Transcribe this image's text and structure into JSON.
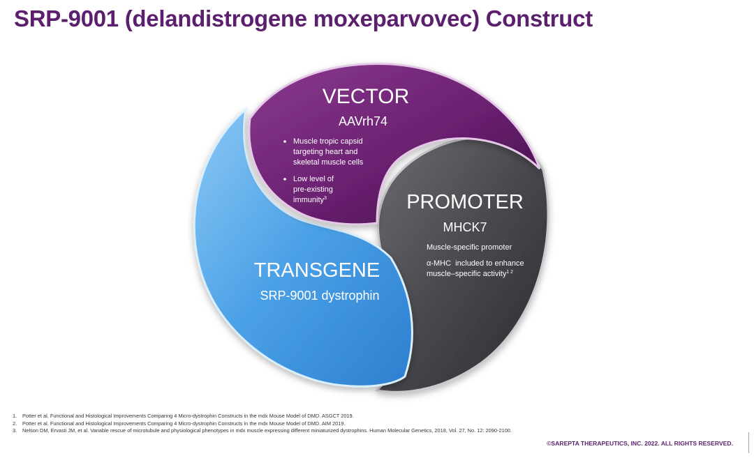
{
  "title": "SRP-9001 (delandistrogene moxeparvovec) Construct",
  "vector": {
    "heading": "VECTOR",
    "sub": "AAVrh74",
    "bullet1_lines": [
      "Muscle tropic capsid",
      "targeting heart and",
      "skeletal muscle cells"
    ],
    "bullet2_lines": [
      "Low level of",
      "pre-existing",
      "immunity"
    ],
    "bullet2_sup": "3",
    "color": "#6a2070"
  },
  "promoter": {
    "heading": "PROMOTER",
    "sub": "MHCK7",
    "line1": "Muscle-specific promoter",
    "line2": "α-MHC  included to enhance",
    "line3": "muscle–specific activity",
    "line3_sup": "1 2",
    "color": "#48484d"
  },
  "transgene": {
    "heading": "TRANSGENE",
    "sub": "SRP-9001 dystrophin",
    "color": "#3d93dc"
  },
  "footnotes": [
    {
      "num": "1.",
      "text": "Potter et al. Functional and Histological Improvements Comparing 4 Micro-dystrophin Constructs in the mdx Mouse Model of DMD. ASGCT 2019."
    },
    {
      "num": "2.",
      "text": "Potter et al. Functional and Histological Improvements Comparing 4 Micro-dystrophin Constructs in the mdx Mouse Model of DMD. AIM 2019."
    },
    {
      "num": "3.",
      "text": "Nelson DM, Ervasti JM, et al. Variable rescue of microtubule and physiological phenotypes in mdx muscle expressing different miniaturized dystrophins. Human Molecular Genetics, 2018, Vol. 27, No. 12: 2090-2100."
    }
  ],
  "copyright": "©SAREPTA THERAPEUTICS, INC. 2022.  ALL RIGHTS RESERVED."
}
